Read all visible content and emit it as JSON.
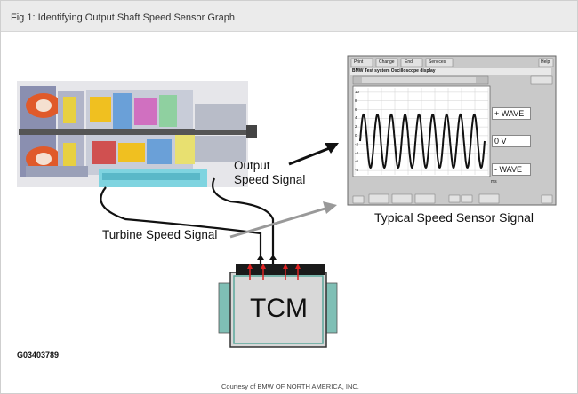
{
  "header": {
    "title": "Fig 1: Identifying Output Shaft Speed Sensor Graph"
  },
  "labels": {
    "output_signal_line1": "Output",
    "output_signal_line2": "Speed Signal",
    "turbine_signal": "Turbine Speed Signal",
    "typical_signal": "Typical Speed Sensor Signal",
    "tcm": "TCM",
    "figure_code": "G03403789",
    "courtesy": "Courtesy of BMW OF NORTH AMERICA, INC."
  },
  "scope": {
    "buttons": [
      "Print",
      "Change",
      "End",
      "Services"
    ],
    "help": "Help",
    "header_text": "BMW  Test system   Oscilloscope display",
    "plus_wave": "+ WAVE",
    "zero_v": "0 V",
    "minus_wave": "- WAVE",
    "ms_unit": "ms",
    "y_ticks": [
      "10",
      "8",
      "6",
      "4",
      "2",
      "0",
      "-2",
      "-4",
      "-6",
      "-8"
    ],
    "cycles": 9
  },
  "colors": {
    "arrow_gray": "#999999",
    "tcm_body": "#d8d8d8",
    "tcm_side": "#7fbfb5",
    "scope_bg": "#c9c9c9"
  }
}
